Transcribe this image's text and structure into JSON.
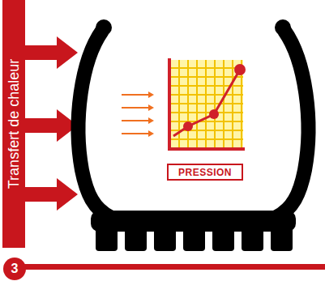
{
  "diagram": {
    "nodes": [
      {
        "text": [
          "Transfert de chaleur"
        ]
      },
      {
        "text": [
          "PRESSION"
        ]
      },
      {
        "text": [
          "3"
        ]
      }
    ]
  }
}
